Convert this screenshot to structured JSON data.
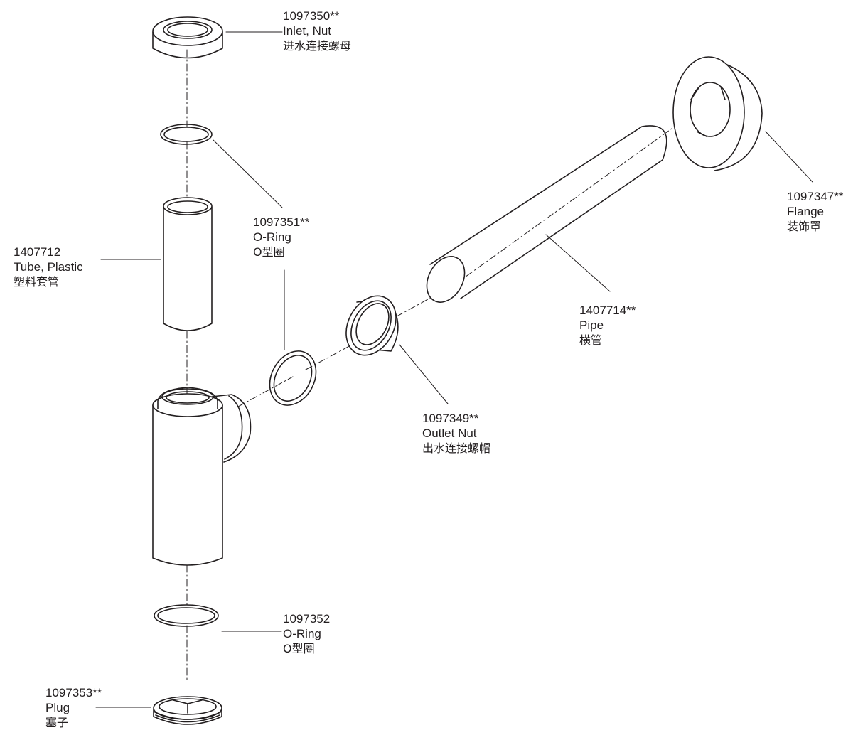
{
  "parts": {
    "inlet_nut": {
      "number": "1097350**",
      "name": "Inlet, Nut",
      "name_cn": "进水连接螺母"
    },
    "oring_upper": {
      "number": "1097351**",
      "name": "O-Ring",
      "name_cn": "O型圈"
    },
    "tube": {
      "number": "1407712",
      "name": "Tube, Plastic",
      "name_cn": "塑料套管"
    },
    "flange": {
      "number": "1097347**",
      "name": "Flange",
      "name_cn": "装饰罩"
    },
    "pipe": {
      "number": "1407714**",
      "name": "Pipe",
      "name_cn": "横管"
    },
    "outlet_nut": {
      "number": "1097349**",
      "name": "Outlet Nut",
      "name_cn": "出水连接螺帽"
    },
    "oring_lower": {
      "number": "1097352",
      "name": "O-Ring",
      "name_cn": "O型圈"
    },
    "plug": {
      "number": "1097353**",
      "name": "Plug",
      "name_cn": "塞子"
    }
  }
}
